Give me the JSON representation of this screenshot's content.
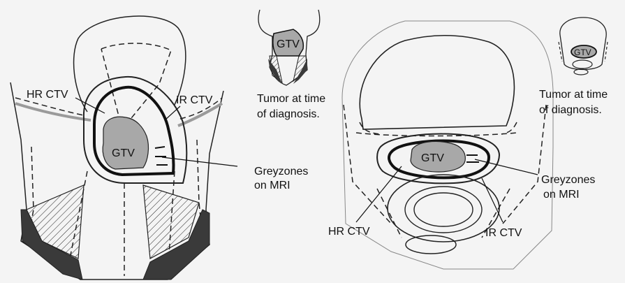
{
  "left_panel": {
    "labels": {
      "hr_ctv": "HR CTV",
      "ir_ctv": "IR CTV",
      "gtv": "GTV",
      "greyzones_line1": "Greyzones",
      "greyzones_line2": "on MRI"
    },
    "inset": {
      "gtv": "GTV",
      "caption_line1": "Tumor at time",
      "caption_line2": "of diagnosis."
    }
  },
  "right_panel": {
    "labels": {
      "hr_ctv": "HR CTV",
      "ir_ctv": "IR CTV",
      "gtv": "GTV",
      "greyzones_line1": "Greyzones",
      "greyzones_line2": "on MRI"
    },
    "inset": {
      "gtv": "GTV",
      "caption_line1": "Tumor at time",
      "caption_line2": "of diagnosis."
    }
  },
  "colors": {
    "gtv_fill": "#a8a8a8",
    "dark_fill": "#3a3a3a",
    "background": "#f4f4f4"
  }
}
